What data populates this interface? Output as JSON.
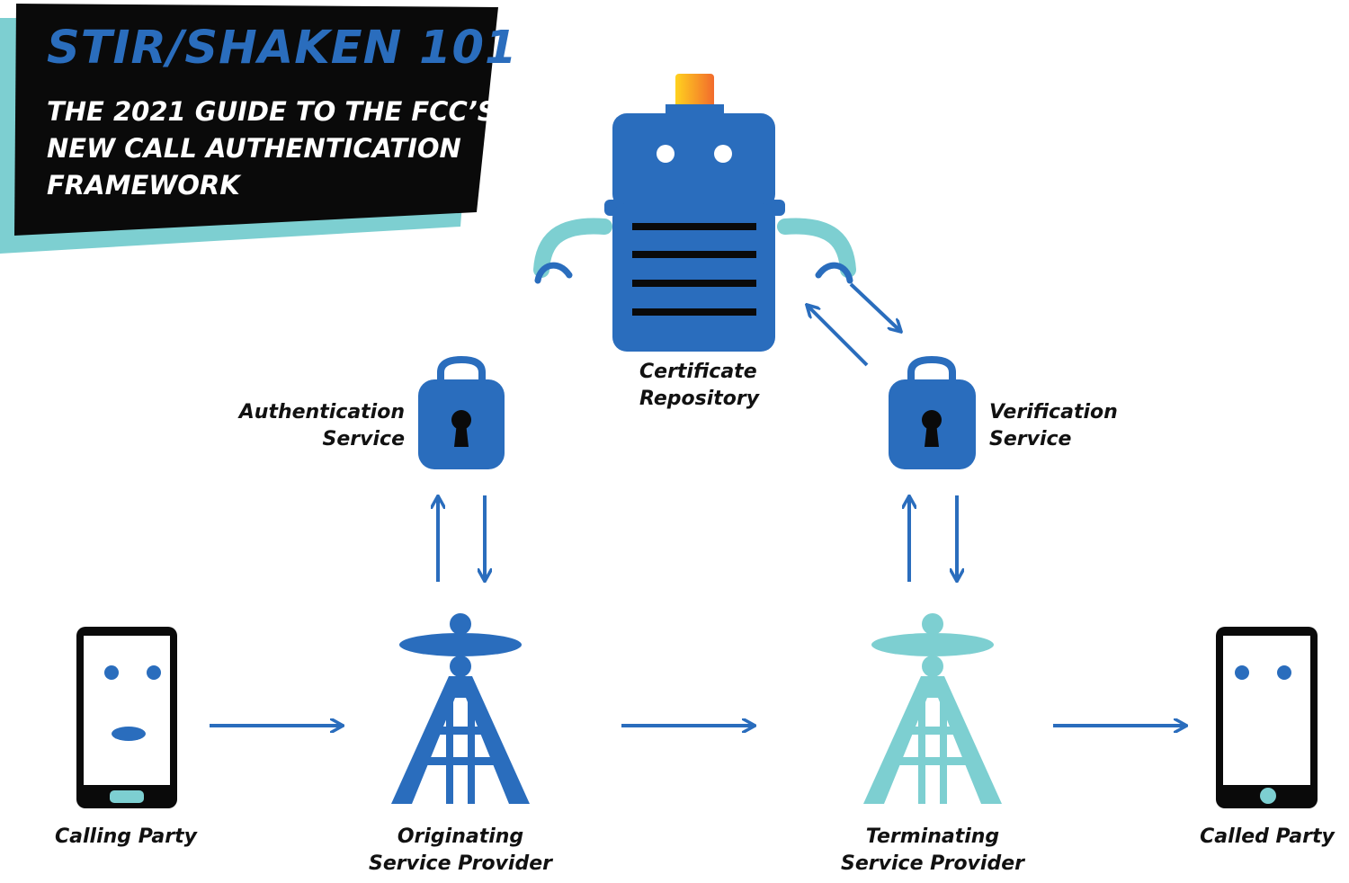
{
  "header": {
    "title": "STIR/SHAKEN 101",
    "subtitle_lines": [
      "THE 2021 GUIDE TO THE FCC’S",
      "NEW CALL AUTHENTICATION",
      "FRAMEWORK"
    ]
  },
  "nodes": {
    "certificate_repository": [
      "Certificate",
      "Repository"
    ],
    "authentication_service": [
      "Authentication",
      "Service"
    ],
    "verification_service": [
      "Verification",
      "Service"
    ],
    "calling_party": "Calling Party",
    "originating_provider": [
      "Originating",
      "Service Provider"
    ],
    "terminating_provider": [
      "Terminating",
      "Service Provider"
    ],
    "called_party": "Called Party"
  },
  "colors": {
    "blue": "#2a6dbd",
    "teal": "#7dcfd1",
    "black": "#0a0a0a",
    "yellow": "#ffd21f",
    "orange": "#f26b2c"
  },
  "icons": {
    "repository": "robot-server-icon",
    "service": "padlock-icon",
    "provider": "cell-tower-icon",
    "party": "smartphone-icon"
  }
}
